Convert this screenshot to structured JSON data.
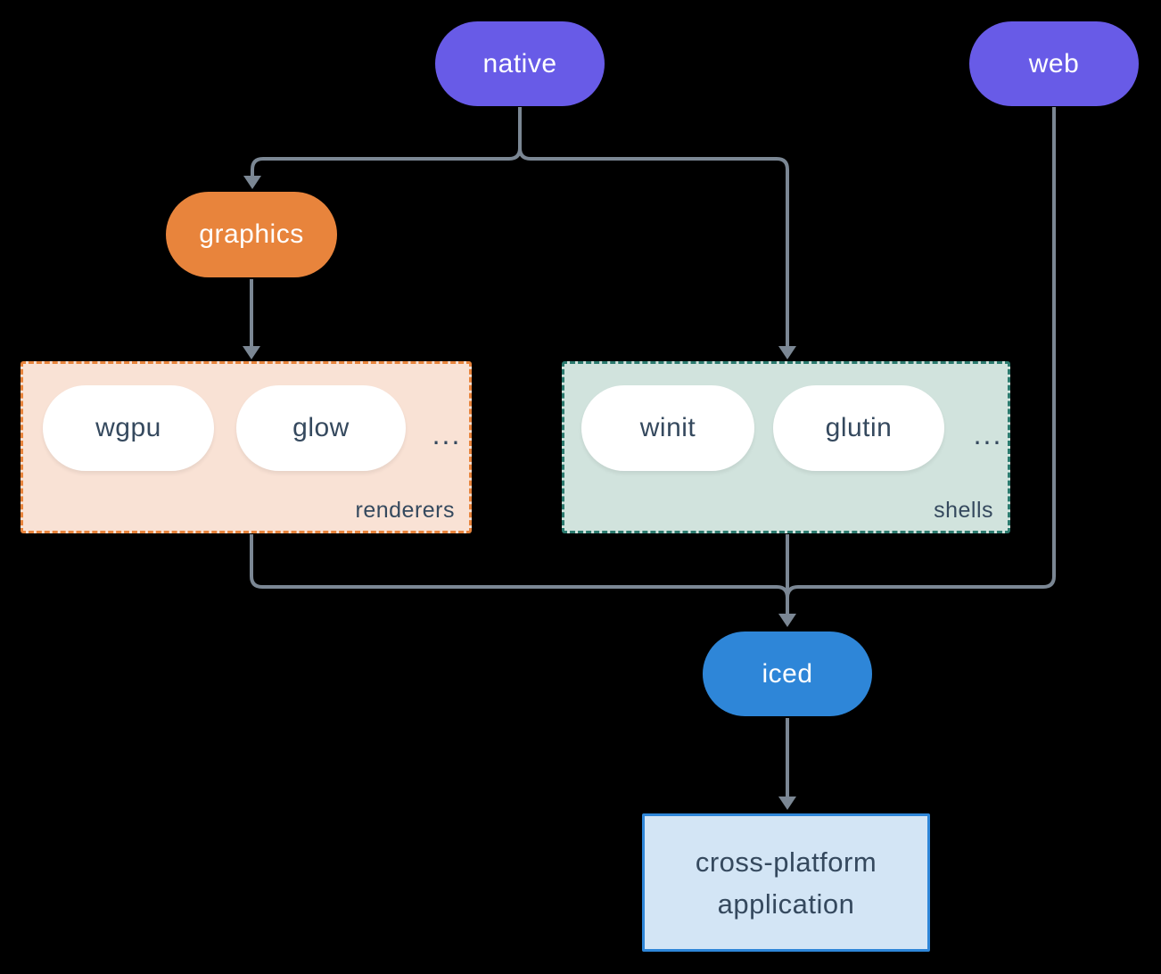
{
  "colors": {
    "canvas_bg": "#000000",
    "purple": "#685be7",
    "orange": "#e8843c",
    "blue": "#2e86d8",
    "line": "#7b8794",
    "ink": "#35495e",
    "renderers_bg": "#f9e2d5",
    "renderers_border": "#e8843c",
    "shells_bg": "#d1e3dd",
    "shells_border": "#2b7a6e",
    "app_bg": "#d3e5f5",
    "app_border": "#2e86d8",
    "pill_bg": "#ffffff"
  },
  "nodes": {
    "native": {
      "label": "native"
    },
    "web": {
      "label": "web"
    },
    "graphics": {
      "label": "graphics"
    },
    "iced": {
      "label": "iced"
    },
    "application": {
      "line1": "cross-platform",
      "line2": "application"
    }
  },
  "groups": {
    "renderers": {
      "label": "renderers",
      "items": [
        "wgpu",
        "glow"
      ],
      "ellipsis": "..."
    },
    "shells": {
      "label": "shells",
      "items": [
        "winit",
        "glutin"
      ],
      "ellipsis": "..."
    }
  }
}
